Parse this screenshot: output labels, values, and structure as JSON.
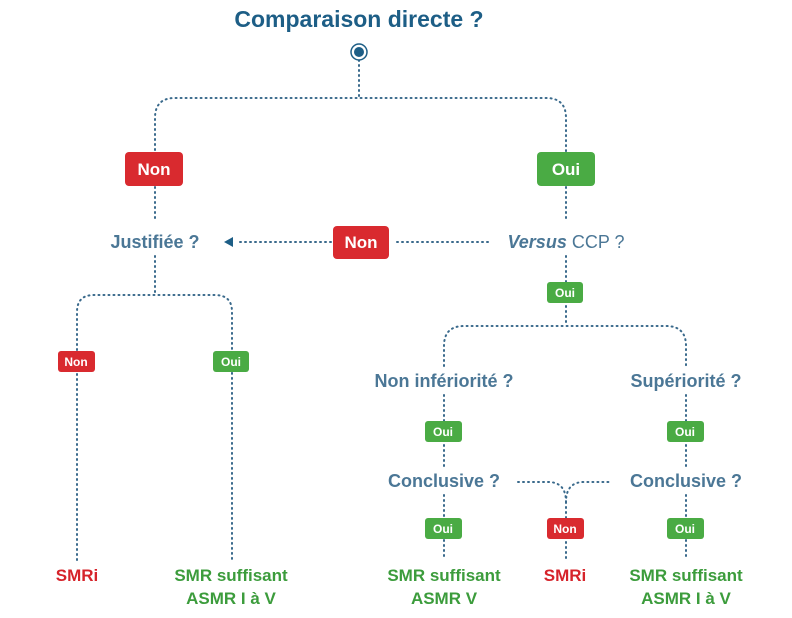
{
  "title": "Comparaison directe ?",
  "questions": {
    "justified": "Justifiée ?",
    "versus_italic": "Versus",
    "versus_rest": " CCP ?",
    "non_inferiority": "Non infériorité ?",
    "superiority": "Supériorité ?",
    "conclusive_left": "Conclusive ?",
    "conclusive_right": "Conclusive ?"
  },
  "badges": {
    "top_non": "Non",
    "top_oui": "Oui",
    "middle_non": "Non",
    "versus_oui": "Oui",
    "justified_non": "Non",
    "justified_oui": "Oui",
    "noninf_oui": "Oui",
    "sup_oui": "Oui",
    "noninf_concl_oui": "Oui",
    "concl_non": "Non",
    "sup_concl_oui": "Oui"
  },
  "results": {
    "smri_left": "SMRi",
    "smr_sufficient_1": {
      "line1": "SMR suffisant",
      "line2": "ASMR I à V"
    },
    "smr_sufficient_2": {
      "line1": "SMR suffisant",
      "line2": "ASMR V"
    },
    "smri_middle": "SMRi",
    "smr_sufficient_3": {
      "line1": "SMR suffisant",
      "line2": "ASMR I à V"
    }
  },
  "colors": {
    "title": "#1d5e86",
    "question": "#4b7796",
    "red": "#d92a2f",
    "green": "#4aab44"
  }
}
